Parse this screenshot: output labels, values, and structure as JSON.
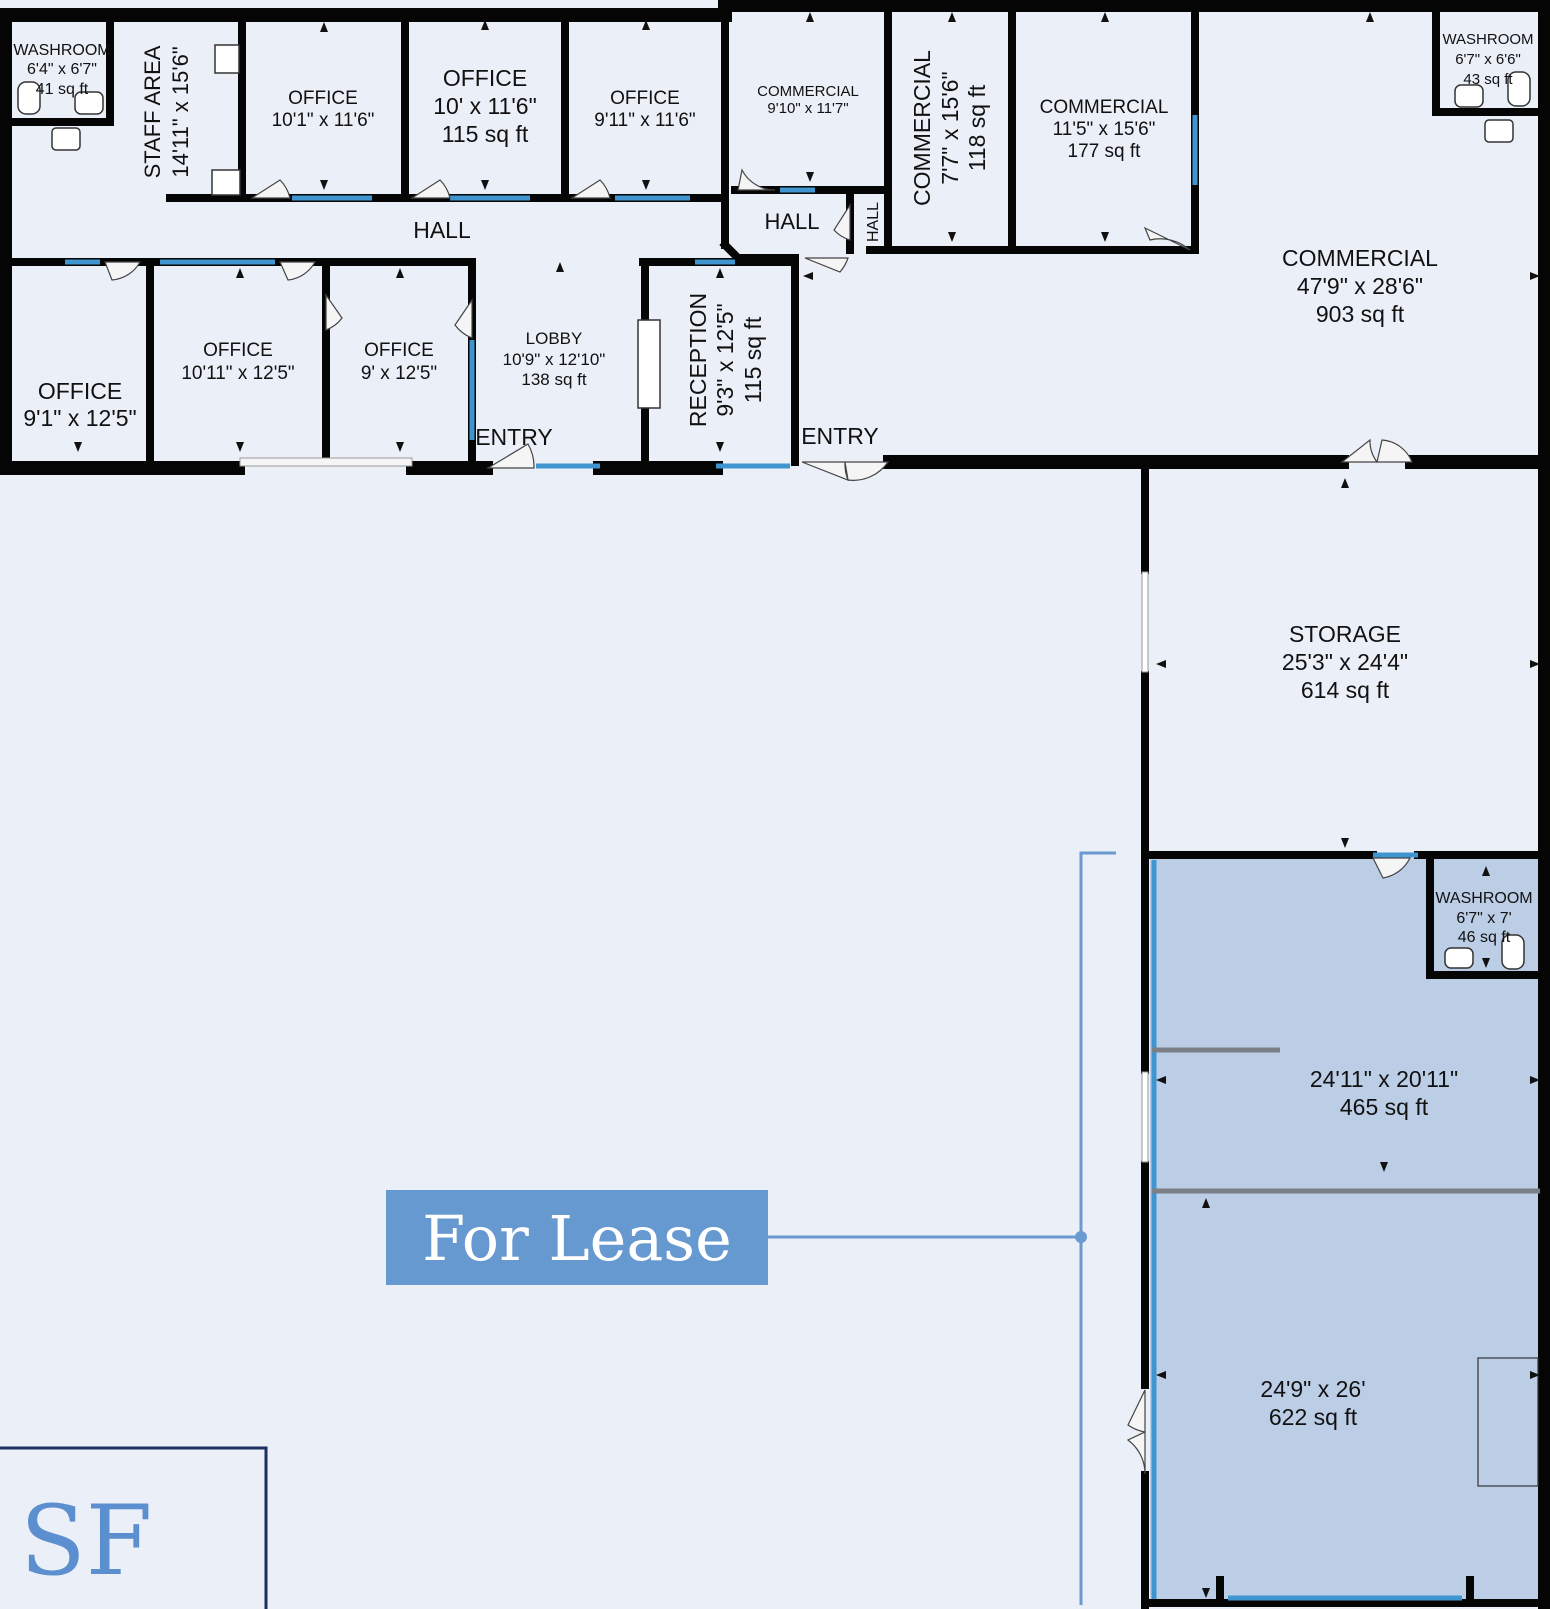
{
  "colors": {
    "background": "#ebeff7",
    "lease_fill": "#bccde6",
    "banner": "#6699d0",
    "window": "#3f95cf",
    "logo": "#5b8fcf"
  },
  "rooms": {
    "washroom_nw": {
      "name": "WASHROOM",
      "dims": "6'4\" x 6'7\"",
      "area": "41 sq ft"
    },
    "staff": {
      "name": "STAFF AREA",
      "dims": "14'11\" x 15'6\""
    },
    "office_1": {
      "name": "OFFICE",
      "dims": "10'1\" x 11'6\""
    },
    "office_2": {
      "name": "OFFICE",
      "dims": "10' x 11'6\"",
      "area": "115 sq ft"
    },
    "office_3": {
      "name": "OFFICE",
      "dims": "9'11\" x 11'6\""
    },
    "commercial_a": {
      "name": "COMMERCIAL",
      "dims": "9'10\" x 11'7\""
    },
    "commercial_b": {
      "name": "COMMERCIAL",
      "dims": "7'7\" x 15'6\"",
      "area": "118 sq ft"
    },
    "commercial_c": {
      "name": "COMMERCIAL",
      "dims": "11'5\" x 15'6\"",
      "area": "177 sq ft"
    },
    "washroom_ne": {
      "name": "WASHROOM",
      "dims": "6'7\" x 6'6\"",
      "area": "43 sq ft"
    },
    "commercial_main": {
      "name": "COMMERCIAL",
      "dims": "47'9\" x 28'6\"",
      "area": "903 sq ft"
    },
    "hall_main": {
      "name": "HALL"
    },
    "hall_small": {
      "name": "HALL"
    },
    "hall_tiny": {
      "name": "HALL"
    },
    "office_4": {
      "name": "OFFICE",
      "dims": "9'1\" x 12'5\""
    },
    "office_5": {
      "name": "OFFICE",
      "dims": "10'11\" x 12'5\""
    },
    "office_6": {
      "name": "OFFICE",
      "dims": "9' x 12'5\""
    },
    "lobby": {
      "name": "LOBBY",
      "dims": "10'9\" x 12'10\"",
      "area": "138 sq ft"
    },
    "reception": {
      "name": "RECEPTION",
      "dims": "9'3\" x 12'5\"",
      "area": "115 sq ft"
    },
    "entry_1": {
      "name": "ENTRY"
    },
    "entry_2": {
      "name": "ENTRY"
    },
    "storage": {
      "name": "STORAGE",
      "dims": "25'3\" x 24'4\"",
      "area": "614 sq ft"
    },
    "washroom_se": {
      "name": "WASHROOM",
      "dims": "6'7\" x 7'",
      "area": "46 sq ft"
    },
    "unit_a": {
      "dims": "24'11\" x 20'11\"",
      "area": "465 sq ft"
    },
    "unit_b": {
      "dims": "24'9\" x 26'",
      "area": "622 sq ft"
    }
  },
  "banner": {
    "label": "For Lease"
  },
  "logo": {
    "text": "SF"
  }
}
